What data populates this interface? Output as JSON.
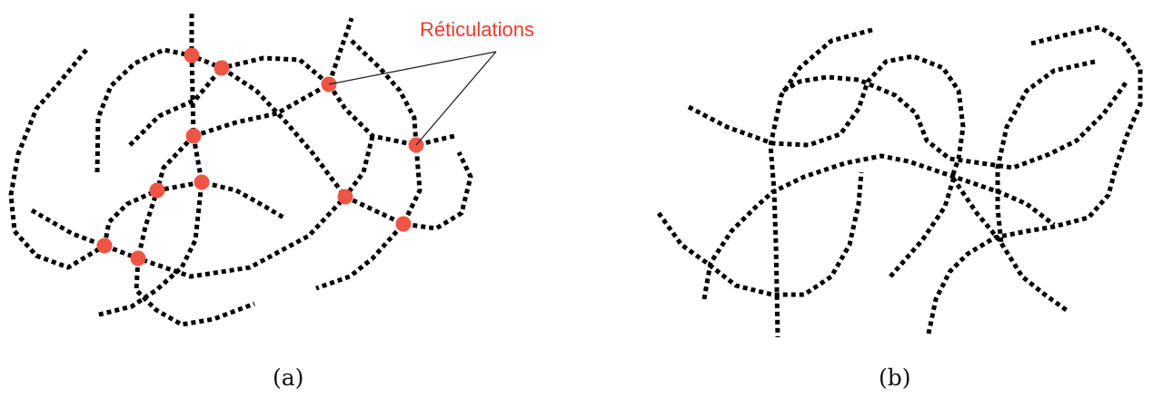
{
  "callout": {
    "text": "Réticulations",
    "color": "#ee3b2c"
  },
  "captions": {
    "left": "(a)",
    "right": "(b)"
  },
  "colors": {
    "chain": "#000000",
    "crosslink_node": "#ee5545",
    "background": "#ffffff"
  }
}
